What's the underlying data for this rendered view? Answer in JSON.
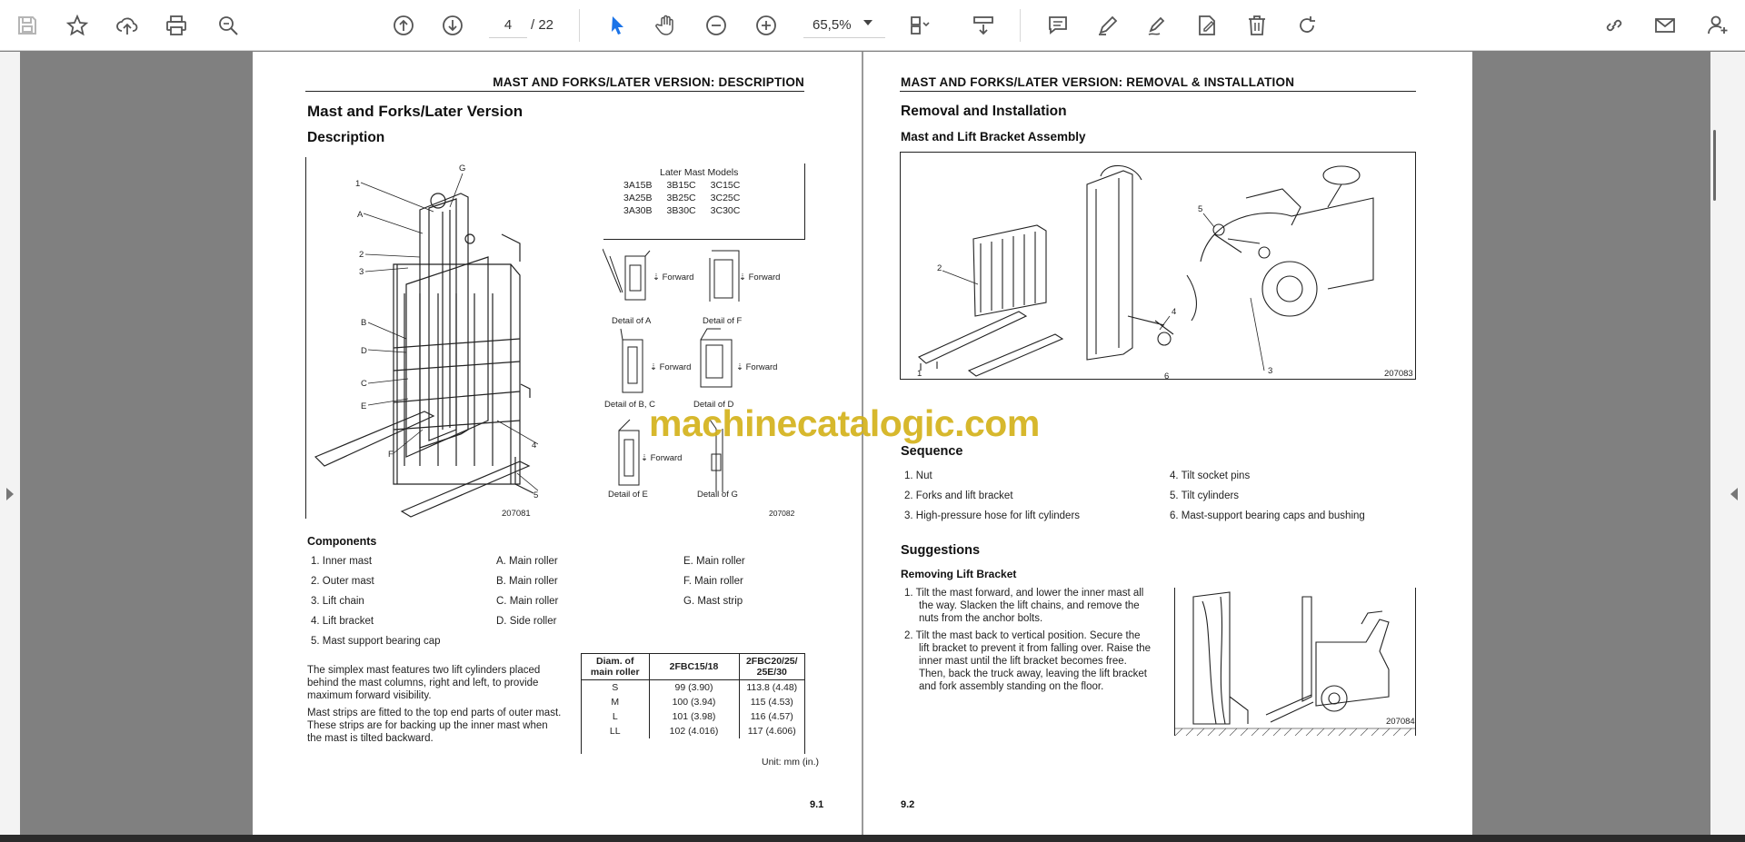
{
  "toolbar": {
    "left_icons": [
      "save-icon",
      "bookmark-star-icon",
      "upload-cloud-icon",
      "print-icon",
      "zoom-search-icon"
    ],
    "nav_icons": [
      "page-up-icon",
      "page-down-icon"
    ],
    "current_page": "4",
    "page_separator": "/",
    "total_pages": "22",
    "tool_icons": [
      "select-cursor-icon",
      "hand-icon",
      "zoom-out-icon",
      "zoom-in-icon"
    ],
    "zoom": "65,5%",
    "right_icons": [
      "page-fit-icon",
      "scroll-mode-icon",
      "comment-icon",
      "highlight-pen-icon",
      "draw-icon",
      "fill-sign-icon",
      "delete-icon",
      "rotate-icon"
    ],
    "far_right_icons": [
      "share-link-icon",
      "email-icon",
      "add-user-icon"
    ]
  },
  "left_page": {
    "running_head": "MAST AND FORKS/LATER VERSION: DESCRIPTION",
    "title": "Mast and Forks/Later Version",
    "section": "Description",
    "mast_table": {
      "heading": "Later Mast Models",
      "rows": [
        [
          "3A15B",
          "3B15C",
          "3C15C"
        ],
        [
          "3A25B",
          "3B25C",
          "3C25C"
        ],
        [
          "3A30B",
          "3B30C",
          "3C30C"
        ]
      ]
    },
    "figure_left_no": "207081",
    "figure_right_no": "207082",
    "figure_labels": [
      "1",
      "G",
      "A",
      "2",
      "3",
      "B",
      "D",
      "C",
      "E",
      "F",
      "4",
      "5"
    ],
    "detail_labels": [
      "Detail of A",
      "Detail of F",
      "Detail of B, C",
      "Detail of D",
      "Detail of E",
      "Detail of G"
    ],
    "forward_label": "Forward",
    "components_heading": "Components",
    "components_col1": [
      "1.  Inner mast",
      "2.  Outer mast",
      "3.  Lift chain",
      "4.  Lift bracket",
      "5.  Mast support bearing cap"
    ],
    "components_col2": [
      "A.  Main roller",
      "B.  Main roller",
      "C.  Main roller",
      "D.  Side roller"
    ],
    "components_col3": [
      "E.  Main roller",
      "F.  Main roller",
      "G.  Mast strip"
    ],
    "para1": "The simplex mast features two lift cylinders placed behind the mast columns, right and left, to provide maximum forward visibility.",
    "para2": "Mast strips are fitted to the top end parts of outer mast. These strips are for backing up the inner mast when the mast is tilted backward.",
    "spec_table": {
      "headers": [
        "Diam. of main roller",
        "2FBC15/18",
        "2FBC20/25/ 25E/30"
      ],
      "rows": [
        [
          "S",
          "99 (3.90)",
          "113.8 (4.48)"
        ],
        [
          "M",
          "100 (3.94)",
          "115 (4.53)"
        ],
        [
          "L",
          "101 (3.98)",
          "116 (4.57)"
        ],
        [
          "LL",
          "102 (4.016)",
          "117 (4.606)"
        ]
      ],
      "unit": "Unit: mm (in.)"
    },
    "page_number": "9.1"
  },
  "right_page": {
    "running_head": "MAST AND FORKS/LATER VERSION: REMOVAL & INSTALLATION",
    "title": "Removal and Installation",
    "subtitle": "Mast and Lift Bracket Assembly",
    "figure_no": "207083",
    "figure_labels": [
      "2",
      "5",
      "1",
      "4",
      "6",
      "3"
    ],
    "sequence_heading": "Sequence",
    "sequence_col1": [
      "1.  Nut",
      "2.  Forks and lift bracket",
      "3.  High-pressure hose for lift cylinders"
    ],
    "sequence_col2": [
      "4.  Tilt socket pins",
      "5.  Tilt cylinders",
      "6.  Mast-support bearing caps and bushing"
    ],
    "suggestions_heading": "Suggestions",
    "removing_heading": "Removing Lift Bracket",
    "step1": "1.  Tilt the mast forward, and lower the inner mast all the way. Slacken the lift chains, and remove the nuts from the anchor bolts.",
    "step2": "2.  Tilt the mast back to vertical position. Secure the lift bracket to prevent it from falling over. Raise the inner mast until the lift bracket becomes free. Then, back the truck away, leaving the lift bracket and fork assembly standing on the floor.",
    "figure2_no": "207084",
    "page_number": "9.2"
  },
  "watermark": "machinecatalogic.com",
  "colors": {
    "accent": "#1a73e8",
    "watermark": "#d4b21c",
    "toolbar_icon": "#5a5a5a"
  }
}
